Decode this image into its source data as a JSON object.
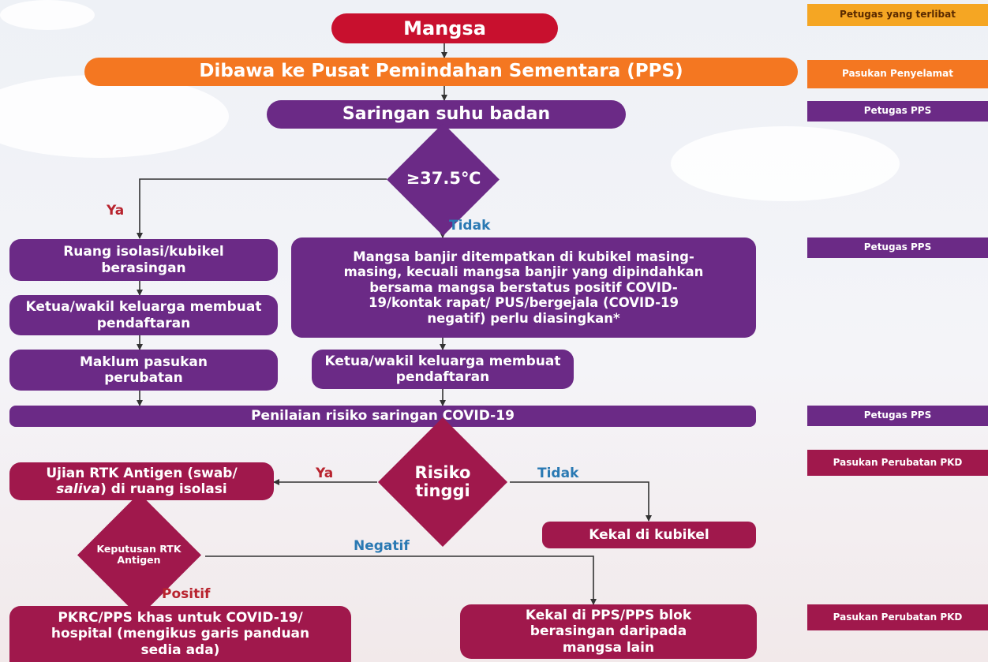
{
  "colors": {
    "red": "#c8102e",
    "orange": "#f47721",
    "purple": "#6b2a86",
    "maroon": "#a0184c",
    "yes_label": "#b8232e",
    "no_label": "#2a79b3"
  },
  "flow": {
    "victims": "Mangsa",
    "taken_to_pps": "Dibawa ke Pusat Pemindahan Sementara (PPS)",
    "temp_screening": "Saringan suhu badan",
    "temp_threshold": "≥37.5℃",
    "yes": "Ya",
    "no": "Tidak",
    "isolation_room": "Ruang isolasi/kubikel berasingan",
    "flood_victims_cubicle": "Mangsa banjir ditempatkan di kubikel masing-masing, kecuali mangsa banjir yang dipindahkan bersama mangsa berstatus positif COVID-19/kontak rapat/ PUS/bergejala (COVID-19 negatif) perlu diasingkan*",
    "family_register_left": "Ketua/wakil keluarga membuat pendaftaran",
    "family_register_right": "Ketua/wakil keluarga membuat pendaftaran",
    "notify_medical": "Maklum pasukan perubatan",
    "risk_assessment": "Penilaian risiko saringan COVID-19",
    "high_risk": "Risiko tinggi",
    "risk_yes": "Ya",
    "risk_no": "Tidak",
    "rtk_test_pre": "Ujian RTK Antigen (swab/",
    "rtk_test_italic": "saliva",
    "rtk_test_post": ") di ruang isolasi",
    "stay_cubicle": "Kekal di kubikel",
    "rtk_decision": "Keputusan RTK Antigen",
    "negative": "Negatif",
    "positive": "Positif",
    "pkrc": "PKRC/PPS khas untuk COVID-19/ hospital (mengikus garis panduan sedia ada)",
    "stay_pps": "Kekal di PPS/PPS blok berasingan daripada mangsa lain"
  },
  "legend": {
    "header": "Petugas yang terlibat",
    "rescue_team": "Pasukan Penyelamat",
    "pps_officer_1": "Petugas PPS",
    "pps_officer_2": "Petugas PPS",
    "pps_officer_3": "Petugas PPS",
    "medical_pkd_1": "Pasukan Perubatan PKD",
    "medical_pkd_2": "Pasukan Perubatan PKD"
  }
}
